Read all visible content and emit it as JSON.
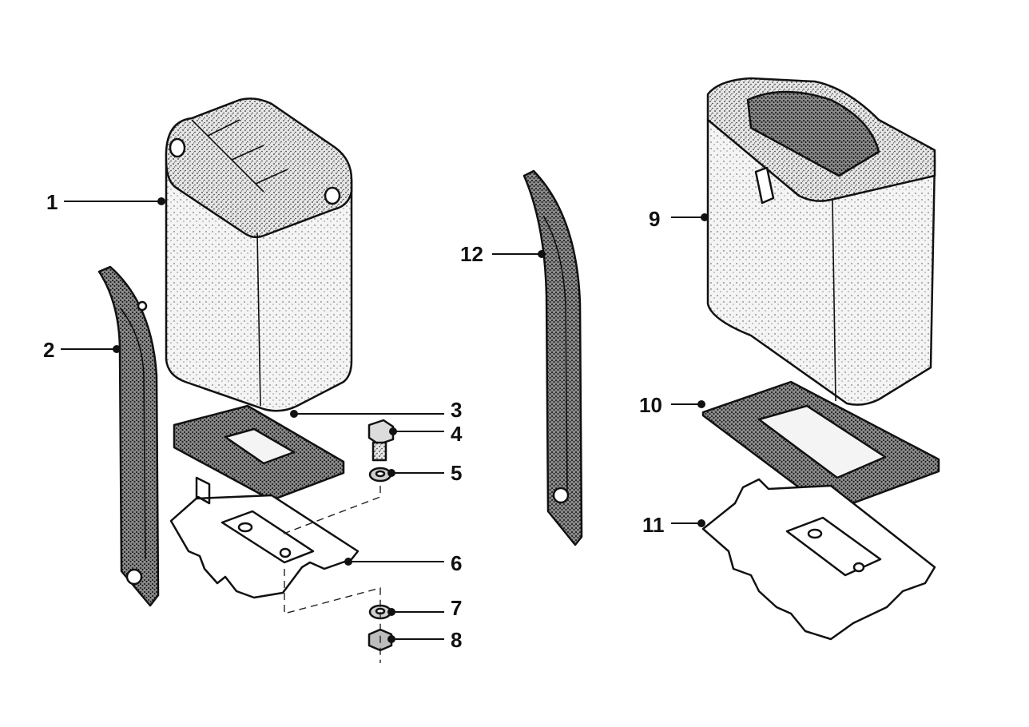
{
  "callouts": [
    {
      "id": "1",
      "label": "1"
    },
    {
      "id": "2",
      "label": "2"
    },
    {
      "id": "3",
      "label": "3"
    },
    {
      "id": "4",
      "label": "4"
    },
    {
      "id": "5",
      "label": "5"
    },
    {
      "id": "6",
      "label": "6"
    },
    {
      "id": "7",
      "label": "7"
    },
    {
      "id": "8",
      "label": "8"
    },
    {
      "id": "9",
      "label": "9"
    },
    {
      "id": "10",
      "label": "10"
    },
    {
      "id": "11",
      "label": "11"
    },
    {
      "id": "12",
      "label": "12"
    }
  ],
  "colors": {
    "ink": "#111111",
    "paper": "#ffffff",
    "stipple": "#555555"
  }
}
